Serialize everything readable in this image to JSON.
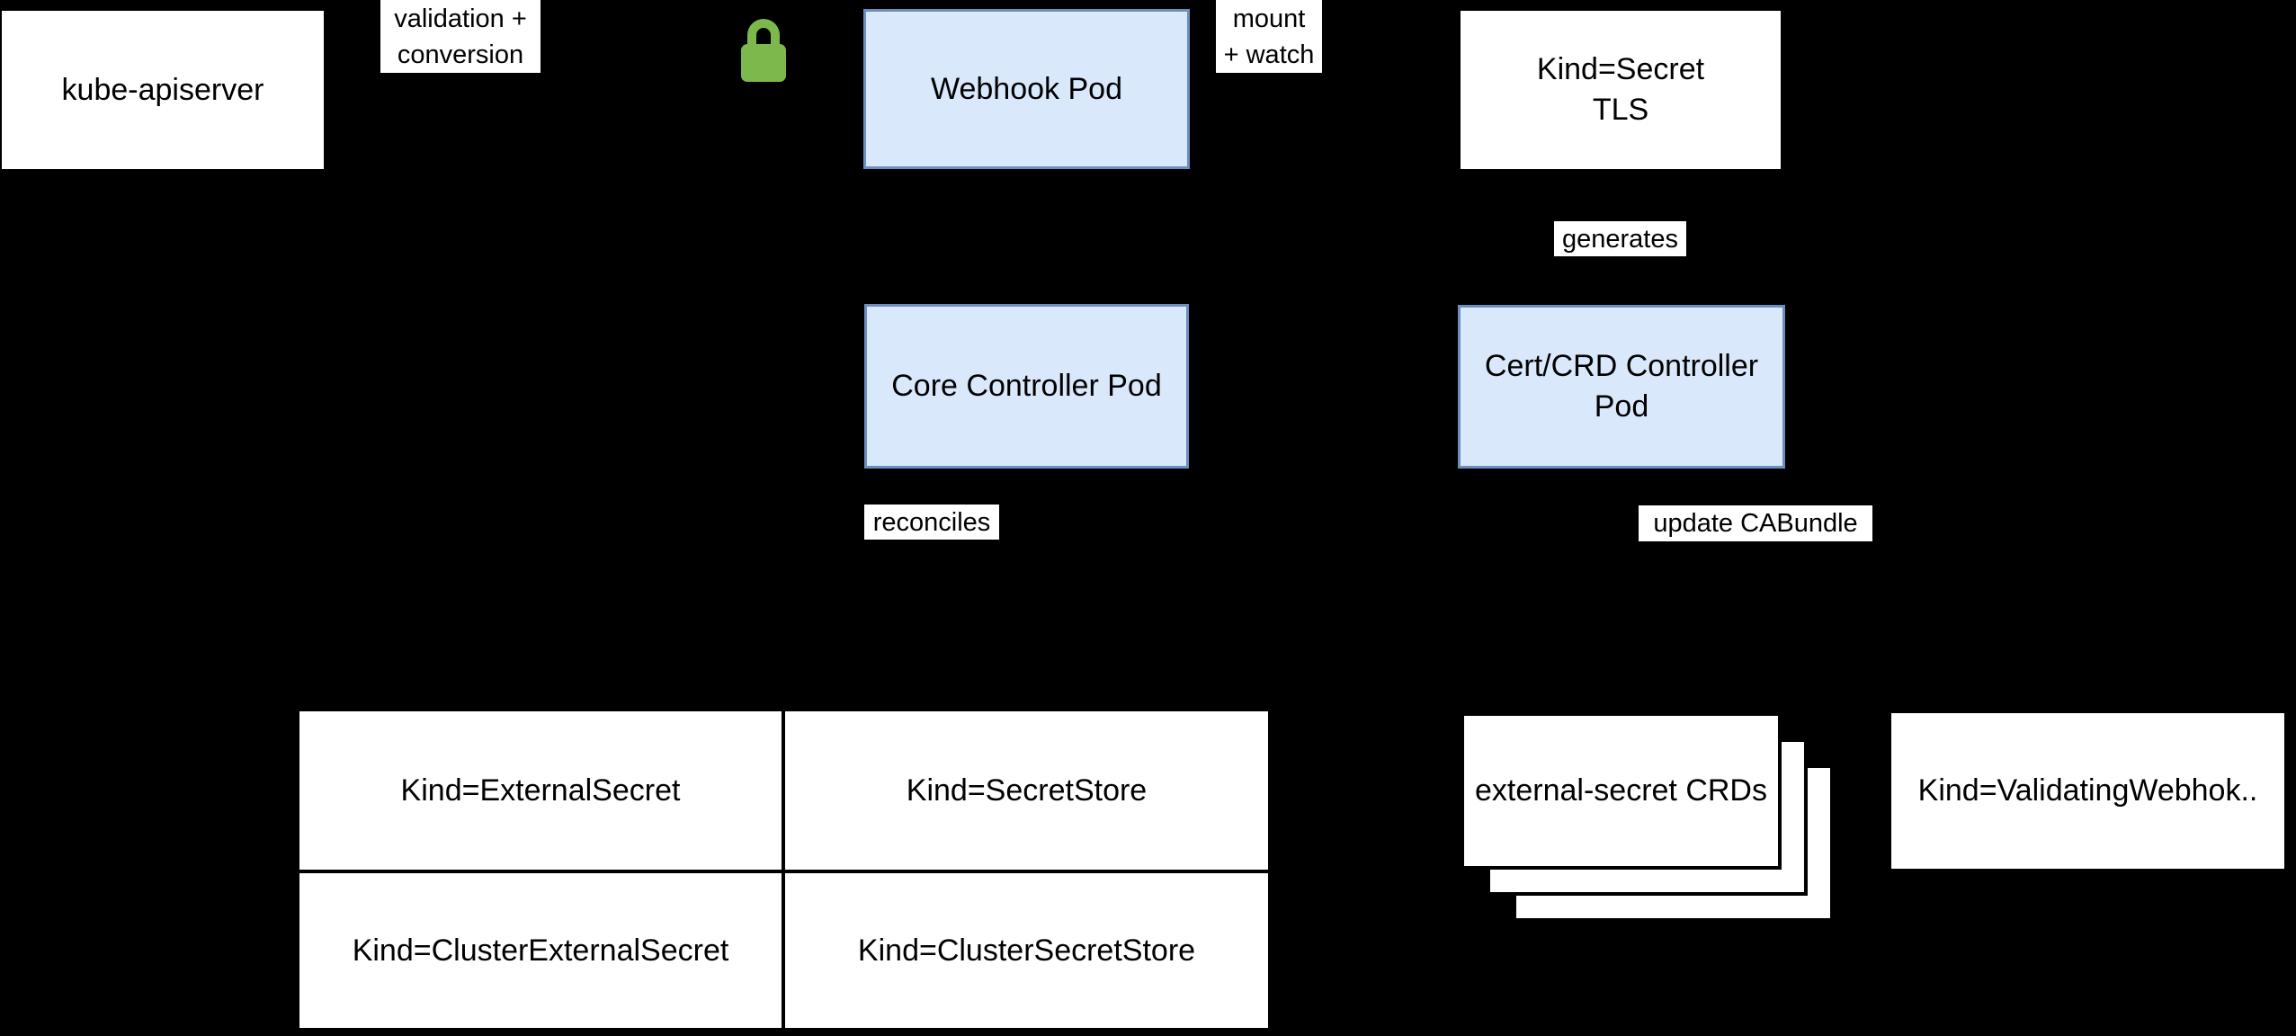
{
  "colors": {
    "bg": "#000000",
    "node_white": "#ffffff",
    "node_blue_fill": "#dae8fc",
    "node_blue_border": "#6c8ebf",
    "lock_green": "#7cb84b",
    "text": "#000000"
  },
  "icons": {
    "lock": "padlock (TLS secured connection)"
  },
  "nodes": {
    "kube_apiserver": {
      "label": "kube-apiserver"
    },
    "webhook_pod": {
      "label": "Webhook Pod"
    },
    "secret_tls": {
      "line1": "Kind=Secret",
      "line2": "TLS"
    },
    "core_controller": {
      "label": "Core Controller Pod"
    },
    "cert_crd_controller": {
      "line1": "Cert/CRD Controller",
      "line2": "Pod"
    },
    "crd_stack": {
      "label": "external-secret CRDs"
    },
    "validating_webhook": {
      "label": "Kind=ValidatingWebhok.."
    }
  },
  "edge_labels": {
    "validation_conversion": {
      "line1": "validation +",
      "line2": "conversion"
    },
    "mount_watch": {
      "line1": "mount",
      "line2": "+ watch"
    },
    "generates": {
      "label": "generates"
    },
    "reconciles": {
      "label": "reconciles"
    },
    "update_cabundle": {
      "label": "update CABundle"
    }
  },
  "table": {
    "rows": [
      [
        "Kind=ExternalSecret",
        "Kind=SecretStore"
      ],
      [
        "Kind=ClusterExternalSecret",
        "Kind=ClusterSecretStore"
      ]
    ]
  }
}
